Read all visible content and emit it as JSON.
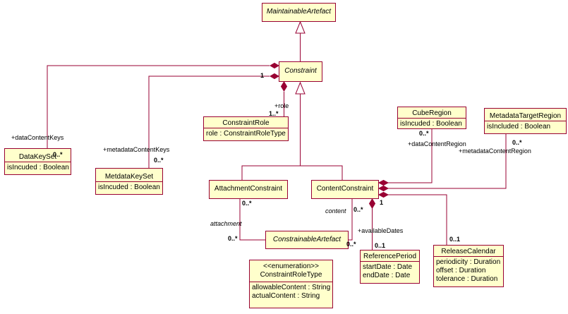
{
  "classes": {
    "maintainable": {
      "name": "MaintainableArtefact"
    },
    "constraint": {
      "name": "Constraint"
    },
    "constraint_role": {
      "name": "ConstraintRole",
      "attrs": [
        "role : ConstraintRoleType"
      ]
    },
    "cube_region": {
      "name": "CubeRegion",
      "attrs": [
        "isIncuded : Boolean"
      ]
    },
    "metadata_target_region": {
      "name": "MetadataTargetRegion",
      "attrs": [
        "isIncluded : Boolean"
      ]
    },
    "data_key_set": {
      "name": "DataKeySet",
      "attrs": [
        "isIncuded : Boolean"
      ]
    },
    "metdata_key_set": {
      "name": "MetdataKeySet",
      "attrs": [
        "isIncuded : Boolean"
      ]
    },
    "attachment_constraint": {
      "name": "AttachmentConstraint"
    },
    "content_constraint": {
      "name": "ContentConstraint"
    },
    "constrainable_artefact": {
      "name": "ConstrainableArtefact"
    },
    "reference_period": {
      "name": "ReferencePeriod",
      "attrs": [
        "startDate : Date",
        "endDate : Date"
      ]
    },
    "release_calendar": {
      "name": "ReleaseCalendar",
      "attrs": [
        "periodicity : Duration",
        "offset : Duration",
        "tolerance : Duration"
      ]
    },
    "constraint_role_type": {
      "stereotype": "<<enumeration>>",
      "name": "ConstraintRoleType",
      "attrs": [
        "allowableContent : String",
        "actualContent : String"
      ]
    }
  },
  "labels": {
    "data_content_keys": "+dataContentKeys",
    "data_content_keys_mult": "0..*",
    "metadata_content_keys": "+metadataContentKeys",
    "metadata_content_keys_mult": "0..*",
    "constraint_one": "1",
    "role": "+role",
    "role_mult": "1..*",
    "cube_mult": "0..*",
    "data_content_region": "+dataContentRegion",
    "mtr_mult": "0..*",
    "metadata_content_region": "+metadataContentRegion",
    "attachment_mult": "0..*",
    "attachment": "attachment",
    "attachment_end_mult": "0..*",
    "content": "content",
    "content_mult": "0..*",
    "content_end_mult": "0..*",
    "cc_one": "1",
    "available_dates": "+availableDates",
    "rp_mult": "0..1",
    "rc_mult": "0..1"
  },
  "colors": {
    "line": "#990033",
    "fill": "#ffffcc",
    "text": "#000000"
  }
}
